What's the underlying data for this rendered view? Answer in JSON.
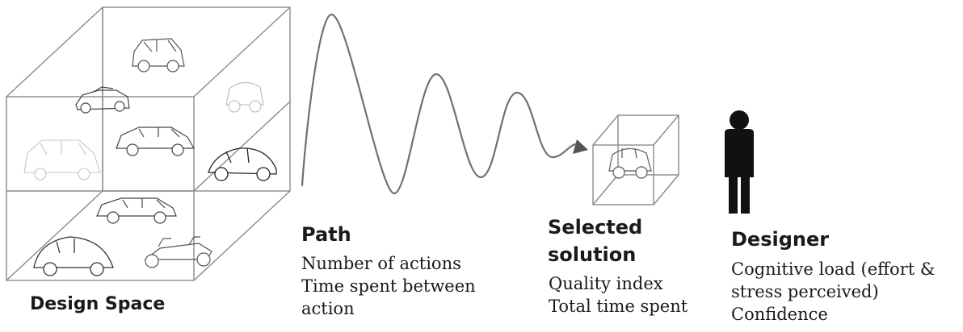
{
  "design_space": {
    "label": "Design Space"
  },
  "path": {
    "title": "Path",
    "lines": [
      "Number of actions",
      "Time spent between",
      "action"
    ]
  },
  "selected_solution": {
    "title_lines": [
      "Selected",
      "solution"
    ],
    "lines": [
      "Quality index",
      "Total time spent"
    ]
  },
  "designer": {
    "title": "Designer",
    "lines": [
      "Cognitive load (effort &",
      "stress perceived)",
      "Confidence"
    ]
  },
  "colors": {
    "line": "#707070",
    "cube_line": "#8a8a8a",
    "text": "#1a1a1a",
    "figure": "#111111",
    "arrow": "#555555"
  },
  "icons": {
    "cube": "wireframe-cube",
    "car": "car-sketch",
    "person": "standing-person-icon"
  }
}
